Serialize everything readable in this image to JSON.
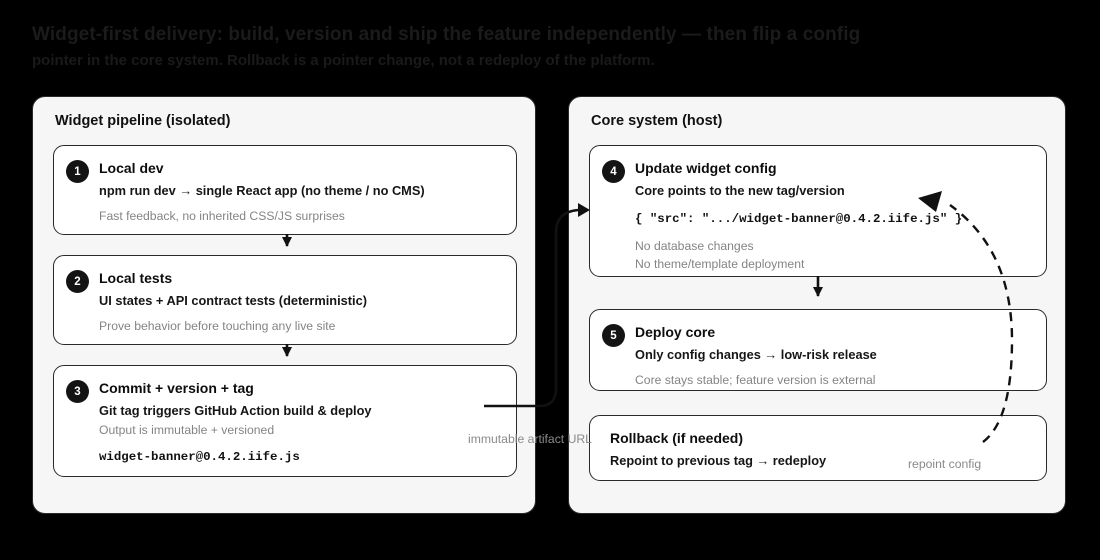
{
  "heading": {
    "title": "Widget-first delivery: build, version and ship the feature independently — then flip a config",
    "subtitle": "pointer in the core system. Rollback is a pointer change, not a redeploy of the platform."
  },
  "panels": [
    {
      "id": "widget-pipeline",
      "title": "Widget pipeline (isolated)",
      "cards": [
        {
          "id": "local-dev",
          "badge": "1",
          "title": "Local dev",
          "subtitle": "npm run dev → single React app (no theme / no CMS)",
          "note": "Fast feedback, no inherited CSS/JS surprises",
          "code": ""
        },
        {
          "id": "local-tests",
          "badge": "2",
          "title": "Local tests",
          "subtitle": "UI states + API contract tests (deterministic)",
          "note": "Prove behavior before touching any live site",
          "code": ""
        },
        {
          "id": "commit-version-tag",
          "badge": "3",
          "title": "Commit + version + tag",
          "subtitle": "Git tag triggers GitHub Action build & deploy",
          "note": "Output is immutable + versioned",
          "code": "widget-banner@0.4.2.iife.js"
        }
      ]
    },
    {
      "id": "core-system",
      "title": "Core system (host)",
      "cards": [
        {
          "id": "update-widget-config",
          "badge": "4",
          "title": "Update widget config",
          "subtitle": "Core points to the new tag/version",
          "code": "{ \"src\": \".../widget-banner@0.4.2.iife.js\" }",
          "note": "No database changes",
          "note2": "No theme/template deployment"
        },
        {
          "id": "deploy-core",
          "badge": "5",
          "title": "Deploy core",
          "subtitle": "Only config changes → low-risk release",
          "note": "Core stays stable; feature version is external",
          "code": ""
        },
        {
          "id": "rollback",
          "badge": "",
          "title": "Rollback (if needed)",
          "subtitle": "Repoint to previous tag → redeploy",
          "note": "",
          "code": ""
        }
      ]
    }
  ],
  "edge_labels": [
    {
      "id": "artifact-url",
      "text": "immutable artifact URL"
    },
    {
      "id": "repoint-config",
      "text": "repoint config"
    }
  ],
  "colors": {
    "background": "#000000",
    "panel_fill": "#f6f6f6",
    "card_fill": "#ffffff",
    "stroke": "#2a2a2a",
    "badge_fill": "#141414",
    "muted_text": "#848484",
    "title_text": "#1b1b1b"
  }
}
